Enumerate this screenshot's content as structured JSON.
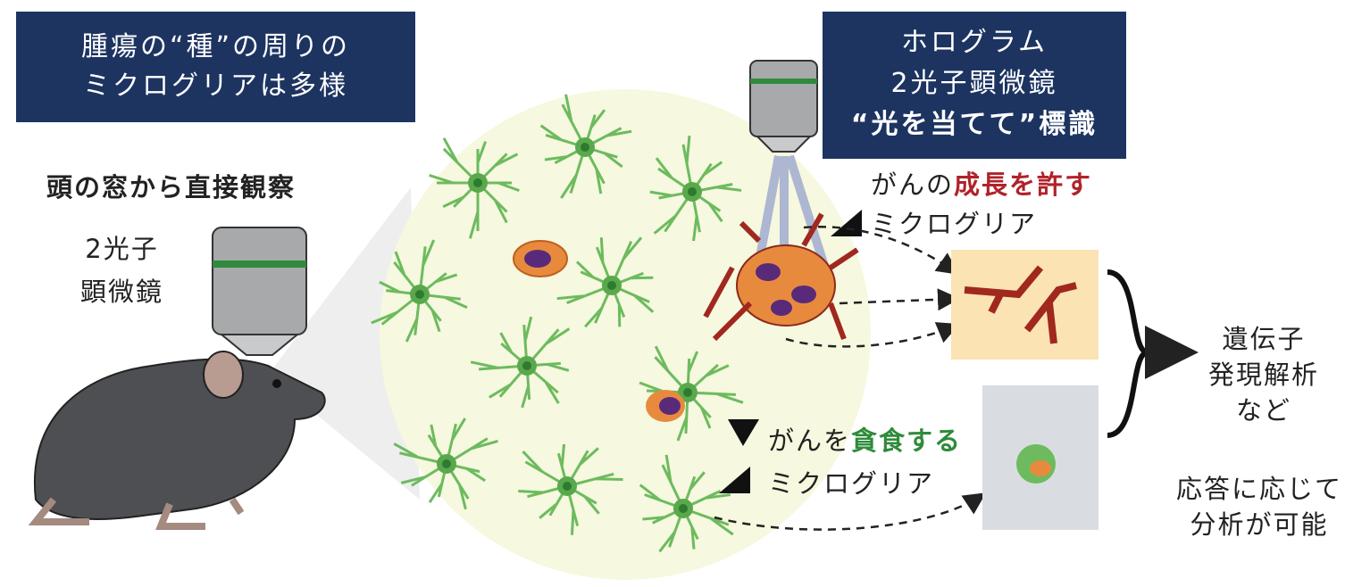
{
  "title_box": {
    "line1": "腫瘍の“種”の周りの",
    "line2": "ミクログリアは多様"
  },
  "observe_label": "頭の窓から直接観察",
  "microscope_label": {
    "line1": "2光子",
    "line2": "顕微鏡"
  },
  "holo_box": {
    "line1": "ホログラム",
    "line2": "2光子顕微鏡",
    "line3": "“光を当てて”標識"
  },
  "growth_label": {
    "prefix": "がんの",
    "highlight": "成長を許す",
    "line2": "ミクログリア"
  },
  "eat_label": {
    "prefix": "がんを",
    "highlight": "貪食する",
    "line2": "ミクログリア"
  },
  "result_label": {
    "line1": "遺伝子",
    "line2": "発現解析",
    "line3": "など"
  },
  "response_label": {
    "line1": "応答に応じて",
    "line2": "分析が可能"
  },
  "colors": {
    "navy": "#1d3461",
    "red": "#b0222a",
    "green": "#2e8b3a",
    "microglia": "#6dbb5e",
    "field": "#f6f8df",
    "orange_box": "#fbe3b3",
    "gray_box": "#d9dde2"
  }
}
